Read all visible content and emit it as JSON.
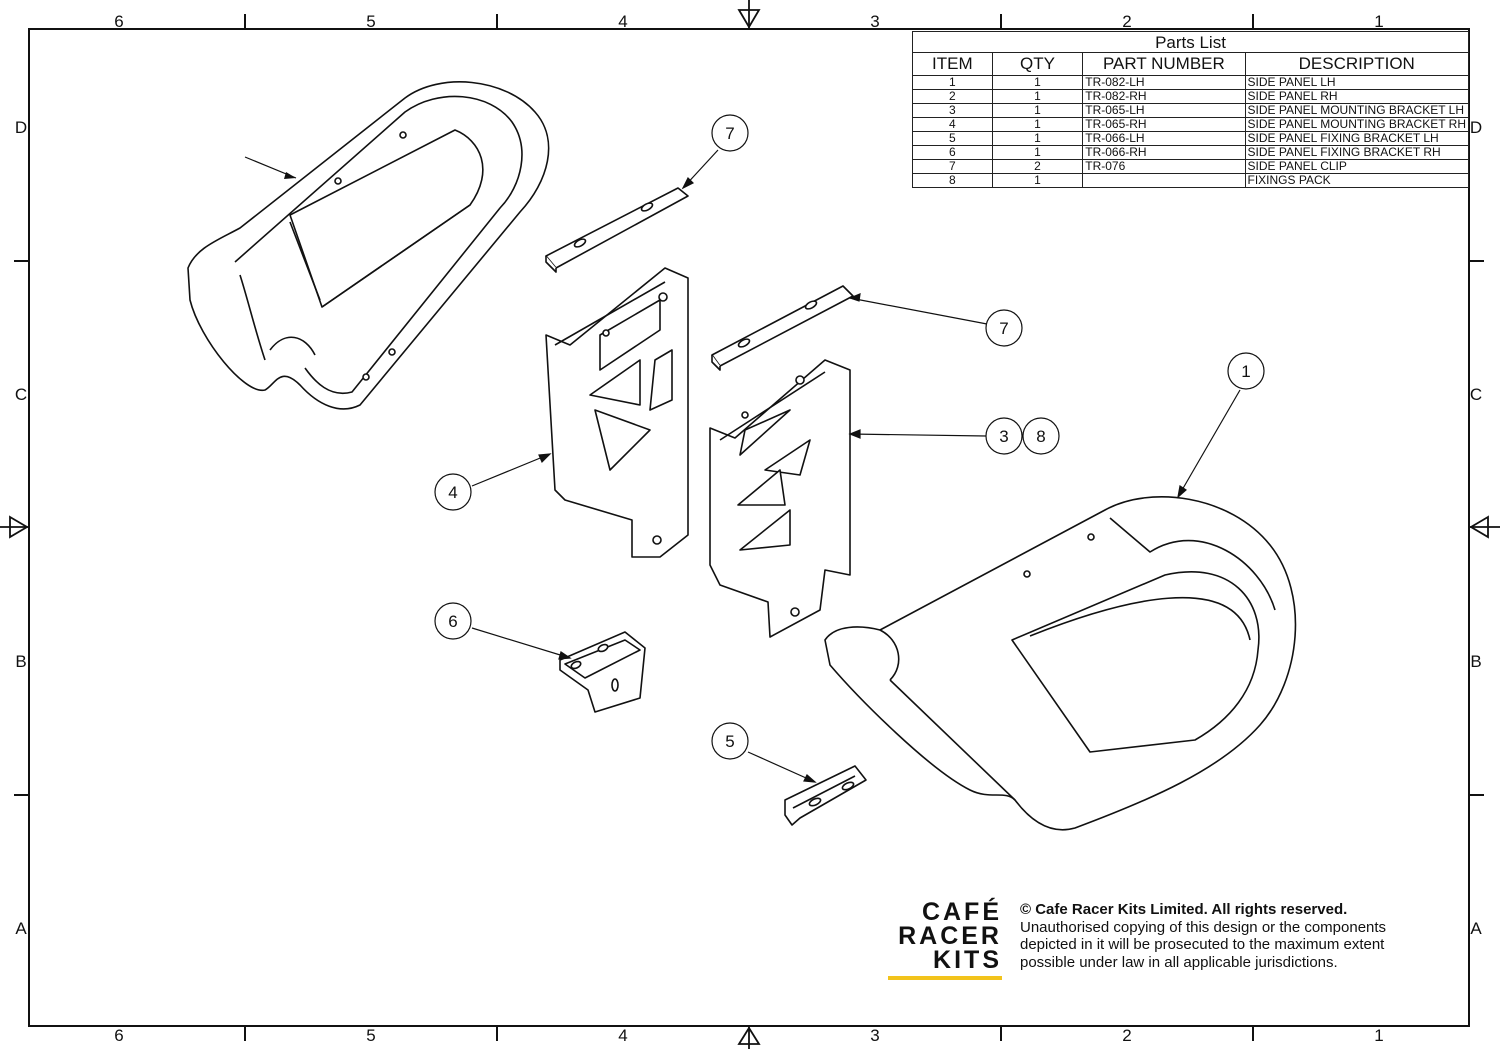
{
  "sheet": {
    "zones_columns": [
      "6",
      "5",
      "4",
      "3",
      "2",
      "1"
    ],
    "zones_rows": [
      "D",
      "C",
      "B",
      "A"
    ]
  },
  "parts_list": {
    "title": "Parts List",
    "headers": [
      "ITEM",
      "QTY",
      "PART NUMBER",
      "DESCRIPTION"
    ],
    "rows": [
      [
        "1",
        "1",
        "TR-082-LH",
        "SIDE PANEL LH"
      ],
      [
        "2",
        "1",
        "TR-082-RH",
        "SIDE PANEL RH"
      ],
      [
        "3",
        "1",
        "TR-065-LH",
        "SIDE PANEL MOUNTING BRACKET LH"
      ],
      [
        "4",
        "1",
        "TR-065-RH",
        "SIDE PANEL MOUNTING BRACKET RH"
      ],
      [
        "5",
        "1",
        "TR-066-LH",
        "SIDE PANEL FIXING BRACKET LH"
      ],
      [
        "6",
        "1",
        "TR-066-RH",
        "SIDE PANEL FIXING BRACKET RH"
      ],
      [
        "7",
        "2",
        "TR-076",
        "SIDE PANEL CLIP"
      ],
      [
        "8",
        "1",
        "",
        "FIXINGS PACK"
      ]
    ]
  },
  "balloons": {
    "b7a": "7",
    "b7b": "7",
    "b1": "1",
    "b3": "3",
    "b8": "8",
    "b4": "4",
    "b6": "6",
    "b5": "5"
  },
  "logo": {
    "line1": "CAFÉ",
    "line2": "RACER",
    "line3": "KITS",
    "accent_color": "#f2c31b"
  },
  "copyright": {
    "line1": "© Cafe Racer Kits Limited. All rights reserved.",
    "line2": "Unauthorised copying of this design or the components",
    "line3": "depicted in it will be prosecuted to the maximum extent",
    "line4": "possible under law in all applicable jurisdictions."
  }
}
